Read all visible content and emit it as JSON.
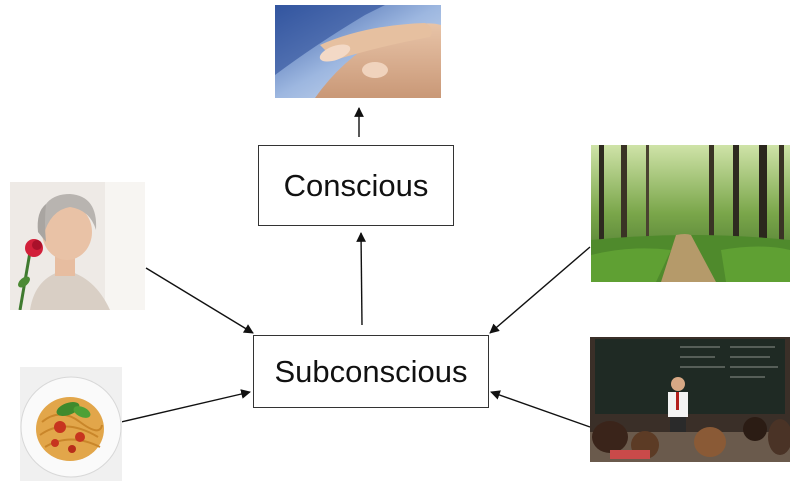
{
  "diagram": {
    "conscious_label": "Conscious",
    "subconscious_label": "Subconscious"
  },
  "images": [
    {
      "name": "finger-touch-image",
      "subject": "fingers touching a glass surface"
    },
    {
      "name": "woman-smelling-rose-image",
      "subject": "grey-haired woman smelling a red rose"
    },
    {
      "name": "forest-path-image",
      "subject": "sunlit forest with a dirt path"
    },
    {
      "name": "pasta-dish-image",
      "subject": "plate of spaghetti with tomato sauce and basil"
    },
    {
      "name": "classroom-lecture-image",
      "subject": "teacher lecturing at a chalkboard to students"
    }
  ],
  "colors": {
    "box_border": "#333333",
    "arrow": "#111111",
    "chalkboard": "#1f2a24",
    "forest": "#3f6b2a"
  }
}
